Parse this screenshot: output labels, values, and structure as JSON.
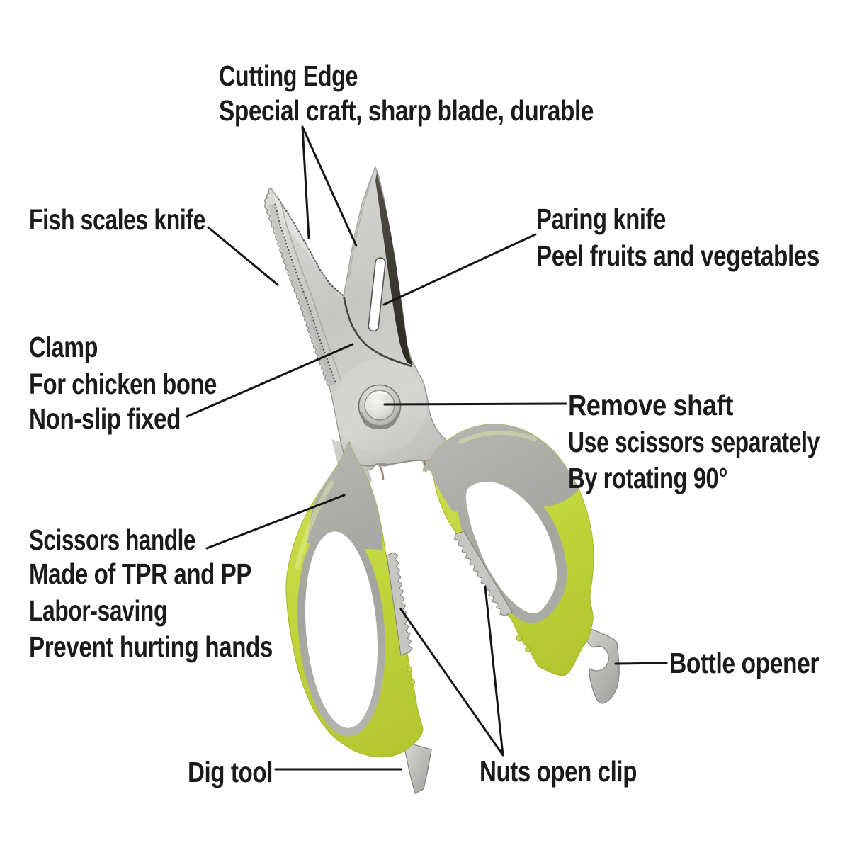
{
  "page": {
    "background": "#ffffff",
    "title": "Multifunctional kitchen scissors — labeled parts diagram"
  },
  "style": {
    "text_color": "#1b1b1b",
    "line_color": "#151515",
    "lime": "#c3d53d",
    "grey_plastic": "#a6a7a2",
    "steel": "#c9cac6",
    "dark_edge": "#39362e"
  },
  "labels": {
    "cutting_edge": {
      "lines": [
        "Cutting Edge",
        "Special craft, sharp blade, durable"
      ]
    },
    "fish_scales": {
      "lines": [
        "Fish scales knife"
      ]
    },
    "paring_knife": {
      "lines": [
        "Paring knife",
        "Peel fruits and vegetables"
      ]
    },
    "clamp": {
      "lines": [
        "Clamp",
        "For chicken bone",
        "Non-slip fixed"
      ]
    },
    "remove_shaft": {
      "lines": [
        "Remove shaft",
        "Use scissors separately",
        "By rotating 90°"
      ]
    },
    "scissors_handle": {
      "lines": [
        "Scissors handle",
        "Made of TPR and PP",
        "Labor-saving",
        "Prevent hurting hands"
      ]
    },
    "bottle_opener": {
      "lines": [
        "Bottle opener"
      ]
    },
    "dig_tool": {
      "lines": [
        "Dig tool"
      ]
    },
    "nuts_clip": {
      "lines": [
        "Nuts open clip"
      ]
    }
  }
}
